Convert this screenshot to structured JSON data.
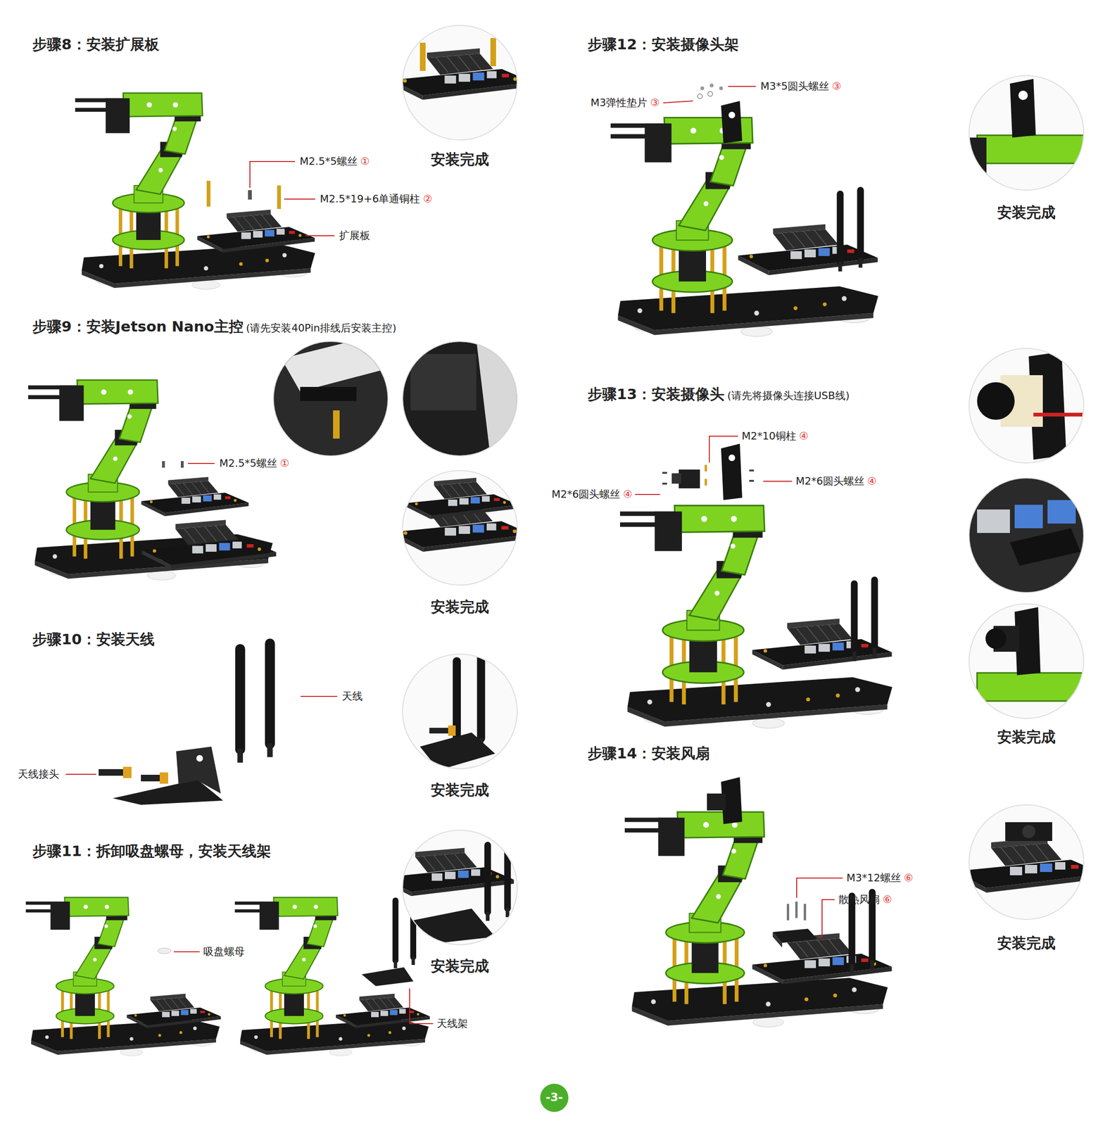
{
  "diagram": {
    "labels": [
      "步骤8：安装扩展板",
      "M2.5*5螺丝",
      "①",
      "M2.5*19+6单通铜柱",
      "②",
      "扩展板",
      "安装完成",
      "步骤9：安装Jetson Nano主控",
      "(请先安装40Pin排线后安装主控)",
      "M2.5*5螺丝",
      "①",
      "安装完成",
      "步骤10：安装天线",
      "天线",
      "天线接头",
      "安装完成",
      "步骤11：拆卸吸盘螺母，安装天线架",
      "吸盘螺母",
      "安装完成",
      "天线架",
      "步骤12：安装摄像头架",
      "M3*5圆头螺丝",
      "③",
      "M3弹性垫片",
      "③",
      "安装完成",
      "步骤13：安装摄像头",
      "(请先将摄像头连接USB线)",
      "M2*10铜柱",
      "④",
      "M2*6圆头螺丝",
      "④",
      "M2*6圆头螺丝",
      "④",
      "安装完成",
      "步骤14：安装风扇",
      "M3*12螺丝",
      "⑥",
      "散热风扇",
      "⑥",
      "安装完成",
      "-3-"
    ]
  }
}
